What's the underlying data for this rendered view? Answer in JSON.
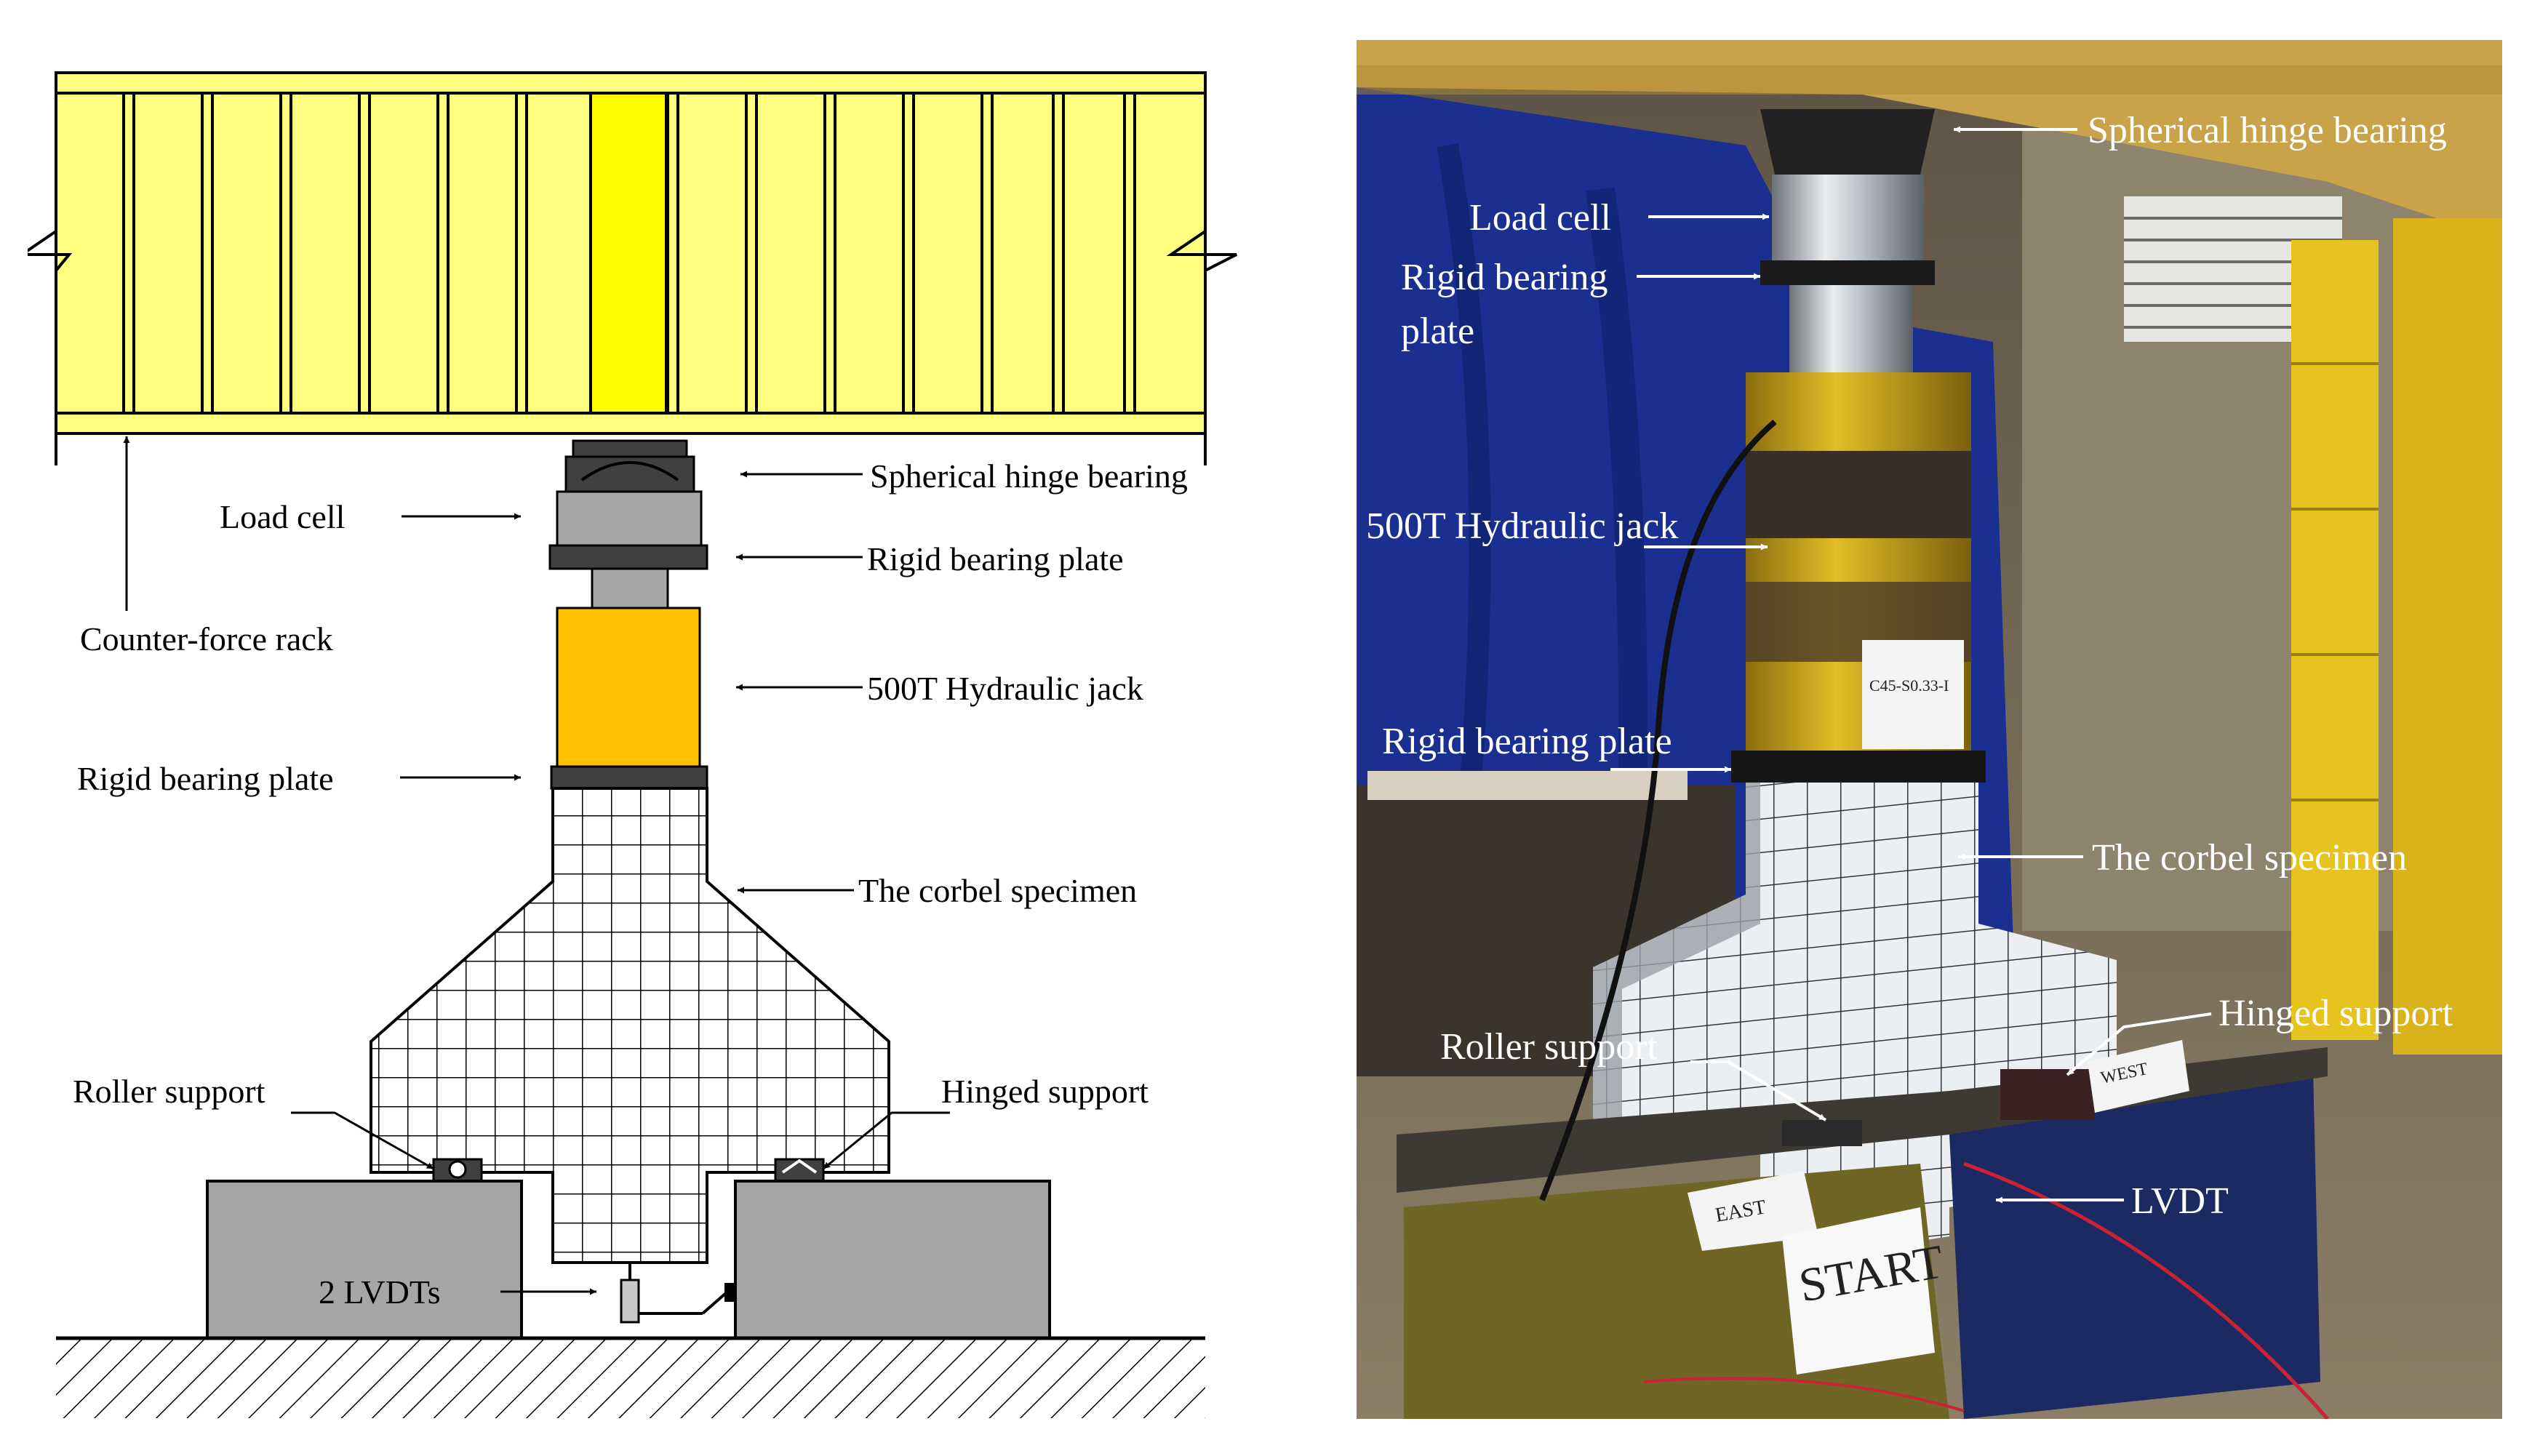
{
  "schematic": {
    "labels": {
      "counter_force_rack": "Counter-force rack",
      "spherical_hinge_bearing": "Spherical hinge bearing",
      "load_cell": "Load cell",
      "rigid_bearing_plate_top": "Rigid bearing plate",
      "hydraulic_jack": "500T Hydraulic jack",
      "rigid_bearing_plate_bottom": "Rigid bearing plate",
      "corbel_specimen": "The corbel specimen",
      "roller_support": "Roller support",
      "hinged_support": "Hinged support",
      "lvdts": "2  LVDTs"
    },
    "colors": {
      "beam": "#ffff80",
      "beam_web": "#ffff00",
      "jack": "#ffc000",
      "support_block": "#a6a6a6",
      "load_cell": "#a6a6a6",
      "plate": "#404040"
    }
  },
  "photo": {
    "labels": {
      "spherical_hinge_bearing": "Spherical hinge bearing",
      "load_cell": "Load cell",
      "rigid_bearing_plate_top_line1": "Rigid bearing",
      "rigid_bearing_plate_top_line2": "plate",
      "hydraulic_jack": "500T Hydraulic jack",
      "rigid_bearing_plate_bottom": "Rigid bearing plate",
      "corbel_specimen": "The corbel specimen",
      "hinged_support": "Hinged support",
      "roller_support": "Roller support",
      "lvdt": "LVDT"
    },
    "signs": {
      "start": "START",
      "east": "EAST",
      "west": "WEST",
      "specimen_tag": "C45-S0.33-I"
    },
    "colors": {
      "backdrop": "#1a2f8f",
      "jack_yellow": "#d9b21c",
      "frame_yellow": "#e6c31e",
      "support_navy": "#1c2a63"
    }
  }
}
